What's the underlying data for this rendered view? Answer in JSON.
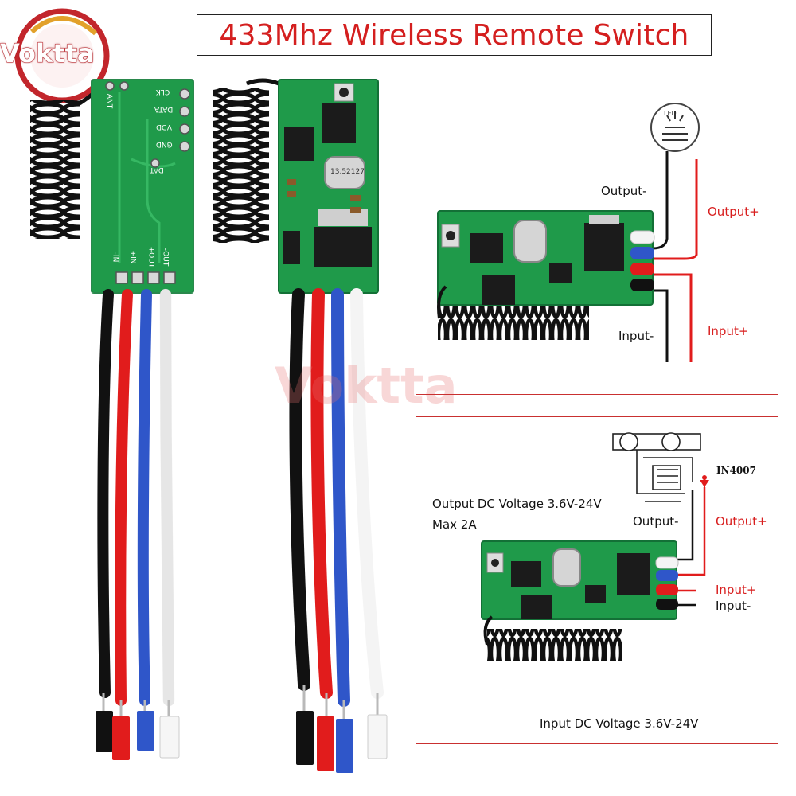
{
  "title": "433Mhz Wireless Remote Switch",
  "logo": {
    "text": "Voktta",
    "color": "#c2262c"
  },
  "watermark": {
    "text": "Voktta"
  },
  "transmitter_board": {
    "pin_labels": [
      "CLK",
      "DATA",
      "VDD",
      "GND",
      "DAT",
      "ANT"
    ],
    "wire_labels": [
      "-IN",
      "+IN",
      "+OUT",
      "-OUT"
    ],
    "wire_colors": [
      "#111111",
      "#e11c1c",
      "#2f56c9",
      "#f4f4f4"
    ]
  },
  "receiver_board": {
    "crystal_label": "13.52127",
    "wire_colors": [
      "#111111",
      "#e11c1c",
      "#2f56c9",
      "#f4f4f4"
    ]
  },
  "diagram_top": {
    "led_label": "LED",
    "labels": {
      "output_minus": "Output-",
      "output_plus": "Output+",
      "input_minus": "Input-",
      "input_plus": "Input+"
    }
  },
  "diagram_bottom": {
    "diode_label": "IN4007",
    "output_voltage": "Output DC Voltage 3.6V-24V",
    "max_current": "Max 2A",
    "input_voltage": "Input DC Voltage 3.6V-24V",
    "labels": {
      "output_minus": "Output-",
      "output_plus": "Output+",
      "input_plus": "Input+",
      "input_minus": "Input-"
    }
  },
  "colors": {
    "accent_red": "#d41f1f",
    "pcb_green": "#1f9a4a",
    "border": "#c93030"
  }
}
